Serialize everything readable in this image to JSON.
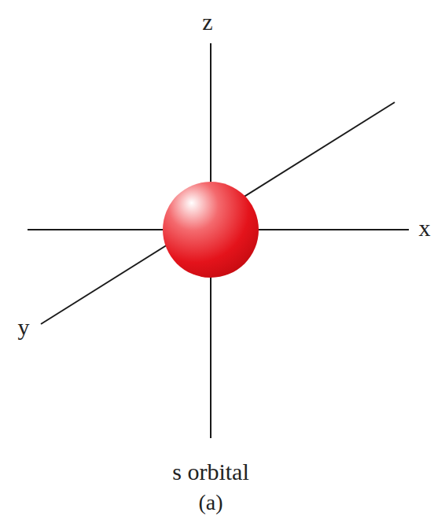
{
  "diagram": {
    "labels": [
      "z",
      "x",
      "y",
      "s orbital",
      "(a)"
    ]
  }
}
